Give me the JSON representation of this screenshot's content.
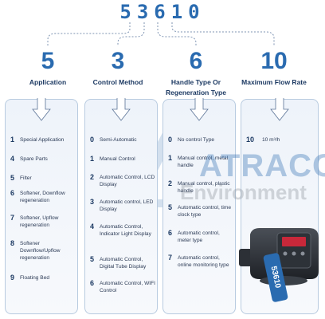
{
  "code": "53610",
  "columns": [
    {
      "number": "5",
      "title": "Application",
      "items": [
        {
          "n": "1",
          "text": "Special Application"
        },
        {
          "n": "4",
          "text": "Spare Parts"
        },
        {
          "n": "5",
          "text": "Filter"
        },
        {
          "n": "6",
          "text": "Softener, Downflow regeneration"
        },
        {
          "n": "7",
          "text": "Softener, Upflow regeneration"
        },
        {
          "n": "8",
          "text": "Softener Downflow/Upflow regeneration"
        },
        {
          "n": "9",
          "text": "Floating Bed"
        }
      ]
    },
    {
      "number": "3",
      "title": "Control Method",
      "items": [
        {
          "n": "0",
          "text": "Semi-Automatic"
        },
        {
          "n": "1",
          "text": "Manual Control"
        },
        {
          "n": "2",
          "text": "Automatic Control, LCD Display"
        },
        {
          "n": "3",
          "text": "Automatic control, LED Display"
        },
        {
          "n": "4",
          "text": "Automatic Control, Indicator Light Display"
        },
        {
          "n": "5",
          "text": "Automatic Control, Digital Tube Display"
        },
        {
          "n": "6",
          "text": "Automatic Control, WIFI Control"
        }
      ]
    },
    {
      "number": "6",
      "title": "Handle Type Or Regeneration Type",
      "items": [
        {
          "n": "0",
          "text": "No control Type"
        },
        {
          "n": "1",
          "text": "Manual control, metal handle"
        },
        {
          "n": "2",
          "text": "Manual control, plastic handle"
        },
        {
          "n": "5",
          "text": "Automatic control, time clock type"
        },
        {
          "n": "6",
          "text": "Automatic control, meter type"
        },
        {
          "n": "7",
          "text": "Automatic control, online monitoring type"
        }
      ]
    },
    {
      "number": "10",
      "title": "Maximum Flow Rate",
      "items": [
        {
          "n": "10",
          "text": "10 m³/h"
        }
      ]
    }
  ],
  "watermark": {
    "line1": "ATRACO",
    "line2": "Environment"
  },
  "product_tag": "53610"
}
